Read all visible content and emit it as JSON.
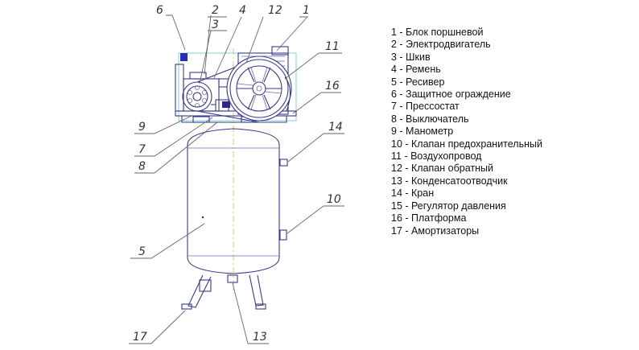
{
  "legend": [
    "1 - Блок поршневой",
    "2 - Электродвигатель",
    "3 - Шкив",
    "4 - Ремень",
    "5 - Ресивер",
    "6 - Защитное ограждение",
    "7 - Прессостат",
    "8 - Выключатель",
    "9 - Манометр",
    "10 - Клапан предохранительный",
    "11 - Воздухопровод",
    "12 - Клапан обратный",
    "13 - Конденсатоотводчик",
    "14 - Кран",
    "15 - Регулятор давления",
    "16 - Платформа",
    "17 - Амортизаторы"
  ],
  "callouts": {
    "n1": "1",
    "n2": "2",
    "n3": "3",
    "n4": "4",
    "n5": "5",
    "n6": "6",
    "n7": "7",
    "n8": "8",
    "n9": "9",
    "n10": "10",
    "n11": "11",
    "n12": "12",
    "n13": "13",
    "n14": "14",
    "n16": "16",
    "n17": "17"
  },
  "colors": {
    "line": "#3a3a8c",
    "guard": "#7fd0d8",
    "axis": "#d9b25a",
    "leader": "#666666"
  }
}
